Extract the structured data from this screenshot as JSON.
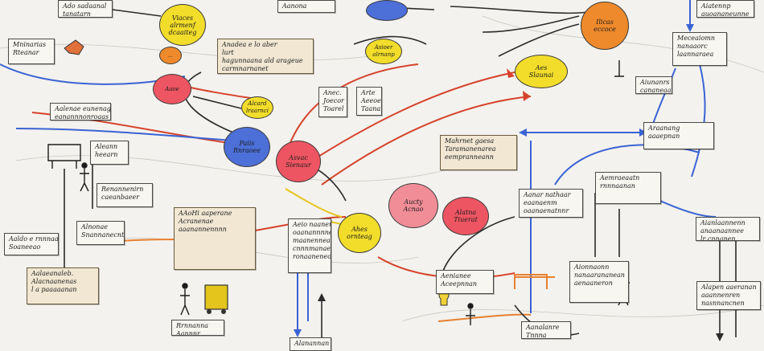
{
  "colors": {
    "yellow": "#f2dd2a",
    "orange": "#ee8a2c",
    "red": "#ee5562",
    "pink": "#f08d97",
    "blue": "#4c6fd8",
    "line_red": "#d6432c",
    "line_blue": "#3a63d4",
    "line_orange": "#e88030",
    "line_dark": "#2b2b2b",
    "line_gray": "#8f8f8f",
    "line_yellow": "#e6c51e"
  },
  "nodes": [
    {
      "id": "yellow-top",
      "color": "yellow",
      "lines": [
        "Viaces",
        "alrmenf",
        "dcaaiteg"
      ]
    },
    {
      "id": "orange-small",
      "color": "orange",
      "lines": [
        "..."
      ]
    },
    {
      "id": "red-left",
      "color": "red",
      "lines": [
        "Aaoe"
      ]
    },
    {
      "id": "yellow-small-mid",
      "color": "yellow",
      "lines": [
        "Alcard",
        "lraarnci"
      ]
    },
    {
      "id": "blue-center",
      "color": "blue",
      "lines": [
        "Paiis",
        "Rnraoee"
      ]
    },
    {
      "id": "red-center",
      "color": "red",
      "lines": [
        "Asvac",
        "Sienaur"
      ]
    },
    {
      "id": "blue-top",
      "color": "blue",
      "lines": [
        ""
      ]
    },
    {
      "id": "yellow-right-top",
      "color": "yellow",
      "lines": [
        "Asioer",
        "alrnanp"
      ]
    },
    {
      "id": "yellow-top-mid",
      "color": "yellow",
      "lines": [
        "Aes",
        "Slaunai"
      ]
    },
    {
      "id": "orange-right",
      "color": "orange",
      "lines": [
        "Ilicas",
        "eccoce"
      ]
    },
    {
      "id": "pink-mid",
      "color": "pink",
      "lines": [
        "Aucty",
        "Acnao"
      ]
    },
    {
      "id": "yellow-mid",
      "color": "yellow",
      "lines": [
        "Ahes",
        "ornteag"
      ]
    },
    {
      "id": "red-mid-right",
      "color": "red",
      "lines": [
        "Alatna",
        "Tiuerat"
      ]
    }
  ],
  "notes": [
    {
      "id": "note-top-left",
      "lines": [
        "Ado sadaanal",
        "tanatarn"
      ]
    },
    {
      "id": "note-left-1",
      "lines": [
        "Mninarias",
        "Rteanar"
      ]
    },
    {
      "id": "note-top-center",
      "lines": [
        "Anadea e lo aber",
        "lurt",
        "hagunnaana ald arageue",
        "carmnarnanet"
      ]
    },
    {
      "id": "note-left-2",
      "lines": [
        "Aalenae eunenag",
        "eanannnonroaas"
      ]
    },
    {
      "id": "note-left-3",
      "lines": [
        "Aleann",
        "heearn"
      ]
    },
    {
      "id": "note-left-4",
      "lines": [
        "Renannenirn",
        "caeanbaeer"
      ]
    },
    {
      "id": "note-left-5",
      "lines": [
        "Alnonae",
        "Snannanecnt"
      ]
    },
    {
      "id": "note-left-6",
      "lines": [
        "Aaldo e rnnnaaa",
        "Soaneeao"
      ]
    },
    {
      "id": "note-bottom-left",
      "lines": [
        "Aalaeanaleb.",
        "Alacnaanenas",
        "l a paaaaanan"
      ]
    },
    {
      "id": "note-center-1",
      "lines": [
        "Anec.",
        "Joecor",
        "Toarel"
      ]
    },
    {
      "id": "note-center-2",
      "lines": [
        "Arte",
        "Aeeoe",
        "Taanar"
      ]
    },
    {
      "id": "note-center-warm",
      "lines": [
        "AAoHi aaperane",
        "Acranenae",
        "aaanannennnn"
      ]
    },
    {
      "id": "note-center-list",
      "lines": [
        "Aeio naanenea",
        "oaanannnne",
        "maanenneand",
        "cnnnmanaeen",
        "ronaaneneo"
      ]
    },
    {
      "id": "note-bottom-center",
      "lines": [
        "Rrnnanna",
        "Aannnr"
      ]
    },
    {
      "id": "note-center-right",
      "lines": [
        "Mahrnet gaesa",
        "Taramanenarea",
        "eempranneann"
      ]
    },
    {
      "id": "note-right-1",
      "lines": [
        "Aanar nathaar",
        "eaanaenm",
        "oaanaenatnnr"
      ]
    },
    {
      "id": "note-right-2",
      "lines": [
        "Meceaiomn",
        "nanaaorc",
        "laannaraea"
      ]
    },
    {
      "id": "note-right-3",
      "lines": [
        "Aiunanrs",
        "cananeaa"
      ]
    },
    {
      "id": "note-right-4",
      "lines": [
        "Araanang",
        "aaaepnan"
      ]
    },
    {
      "id": "note-right-5",
      "lines": [
        "Aemraeaatn",
        "rnnnaanan"
      ]
    },
    {
      "id": "note-far-right",
      "lines": [
        "Aianlaannenn",
        "anaanaannee",
        "lr cnnanen"
      ]
    },
    {
      "id": "note-bottom-right",
      "lines": [
        "Alapen aaeranan",
        "aaannenren",
        "nasnnancnen"
      ]
    },
    {
      "id": "note-bottom-center-2",
      "lines": [
        "Aenianee",
        "Aceepnnan"
      ]
    },
    {
      "id": "note-top-right",
      "lines": [
        "Aiatennp",
        "auoananeunne"
      ]
    },
    {
      "id": "note-bottom-mid-2",
      "lines": [
        "Aanalanre",
        "Tnnna"
      ]
    },
    {
      "id": "note-bottom-1",
      "lines": [
        "Alanannan"
      ]
    },
    {
      "id": "note-top-small",
      "lines": [
        "Aanona"
      ]
    },
    {
      "id": "note-right-6",
      "lines": [
        "Aionnaonn",
        "nanaarananean",
        "aenaaneron"
      ]
    }
  ]
}
